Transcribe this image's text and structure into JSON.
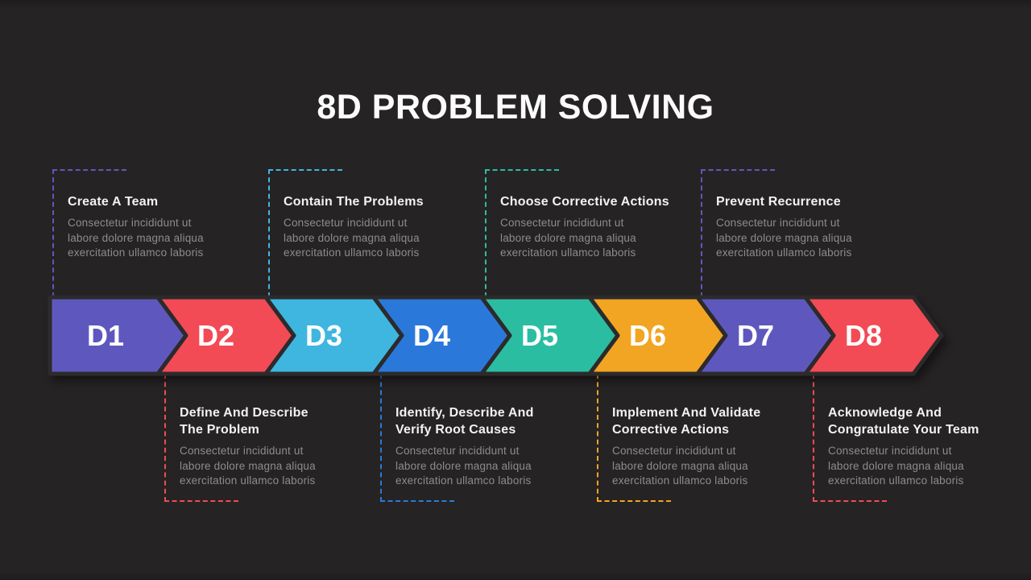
{
  "slide": {
    "title": "8D PROBLEM SOLVING",
    "background_color": "#262324",
    "body_text_color": "#8d8c8c",
    "heading_text_color": "#f2f2f2"
  },
  "steps": [
    {
      "id": "D1",
      "color": "#5e58be",
      "side": "top",
      "label": "Create A Team",
      "body": "Consectetur incididunt ut\nlabore dolore magna aliqua\nexercitation ullamco laboris"
    },
    {
      "id": "D2",
      "color": "#f24b56",
      "side": "bottom",
      "label": "Define And Describe\nThe Problem",
      "body": "Consectetur incididunt ut\nlabore dolore magna aliqua\nexercitation ullamco laboris"
    },
    {
      "id": "D3",
      "color": "#3eb6e0",
      "side": "top",
      "label": "Contain The Problems",
      "body": "Consectetur incididunt ut\nlabore dolore magna aliqua\nexercitation ullamco laboris"
    },
    {
      "id": "D4",
      "color": "#2a79da",
      "side": "bottom",
      "label": "Identify, Describe And\nVerify Root Causes",
      "body": "Consectetur incididunt ut\nlabore dolore magna aliqua\nexercitation ullamco laboris"
    },
    {
      "id": "D5",
      "color": "#2bbda2",
      "side": "top",
      "label": "Choose Corrective Actions",
      "body": "Consectetur incididunt ut\nlabore dolore magna aliqua\nexercitation ullamco laboris"
    },
    {
      "id": "D6",
      "color": "#f2a522",
      "side": "bottom",
      "label": "Implement And Validate\nCorrective Actions",
      "body": "Consectetur incididunt ut\nlabore dolore magna aliqua\nexercitation ullamco laboris"
    },
    {
      "id": "D7",
      "color": "#5e58be",
      "side": "top",
      "label": "Prevent Recurrence",
      "body": "Consectetur incididunt ut\nlabore dolore magna aliqua\nexercitation ullamco laboris"
    },
    {
      "id": "D8",
      "color": "#f24b56",
      "side": "bottom",
      "label": "Acknowledge And\nCongratulate Your Team",
      "body": "Consectetur incididunt ut\nlabore dolore magna aliqua\nexercitation ullamco laboris"
    }
  ]
}
